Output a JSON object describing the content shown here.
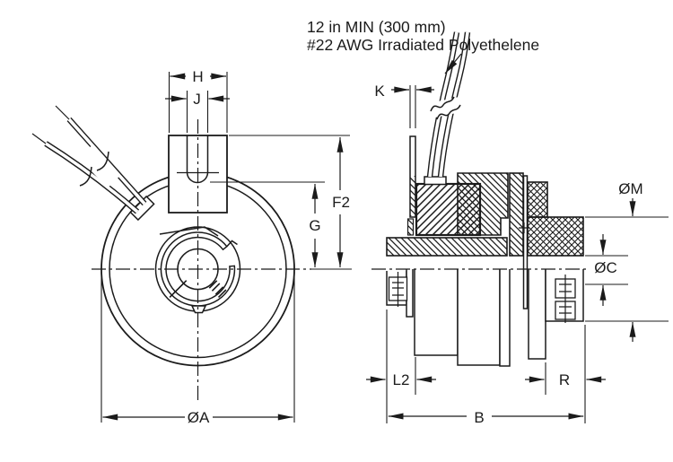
{
  "note": {
    "line1": "12 in MIN (300 mm)",
    "line2": "#22 AWG Irradiated Polyethelene"
  },
  "front_view": {
    "dims": {
      "h": "H",
      "j": "J",
      "f2": "F2",
      "g": "G",
      "dia_a": "ØA"
    }
  },
  "side_view": {
    "dims": {
      "k": "K",
      "dia_m": "ØM",
      "dia_c": "ØC",
      "l2": "L2",
      "r": "R",
      "b": "B"
    }
  },
  "colors": {
    "ink": "#1b1b1b",
    "background": "#ffffff"
  }
}
